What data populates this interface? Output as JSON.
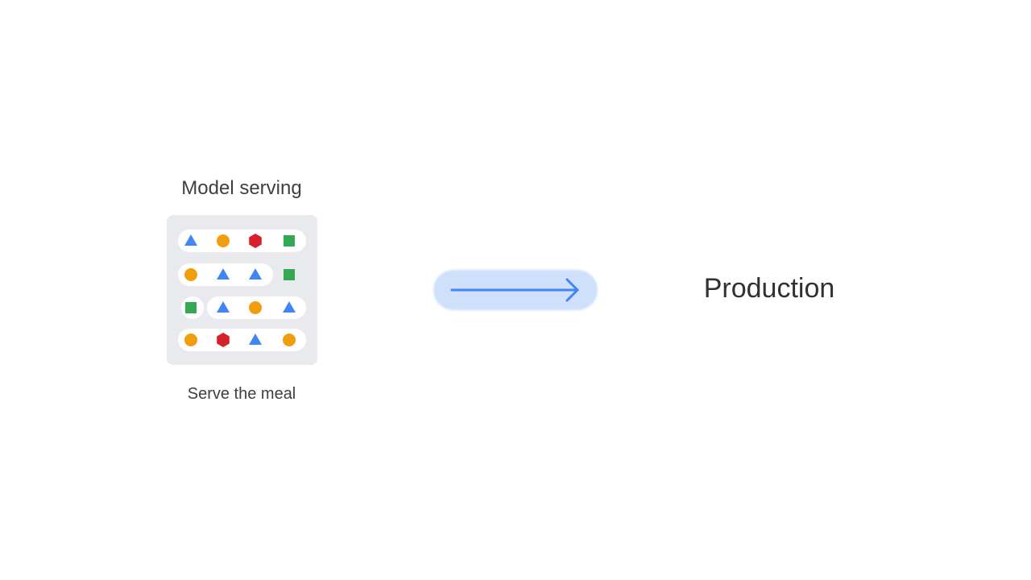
{
  "title": "Model serving",
  "subtitle": "Serve the meal",
  "target": "Production",
  "colors": {
    "triangle": "#4285f4",
    "circle": "#f29d0c",
    "hexagon": "#d7202c",
    "square": "#34a853",
    "tray": "#e8eaed",
    "pill": "#ffffff",
    "arrow_bg": "#cfe0fb",
    "arrow": "#4285f4"
  },
  "grid": {
    "rows": [
      [
        "triangle-icon",
        "circle-icon",
        "hexagon-icon",
        "square-icon"
      ],
      [
        "circle-icon",
        "triangle-icon",
        "triangle-icon",
        "square-icon"
      ],
      [
        "square-icon",
        "triangle-icon",
        "circle-icon",
        "triangle-icon"
      ],
      [
        "circle-icon",
        "hexagon-icon",
        "triangle-icon",
        "circle-icon"
      ]
    ]
  }
}
